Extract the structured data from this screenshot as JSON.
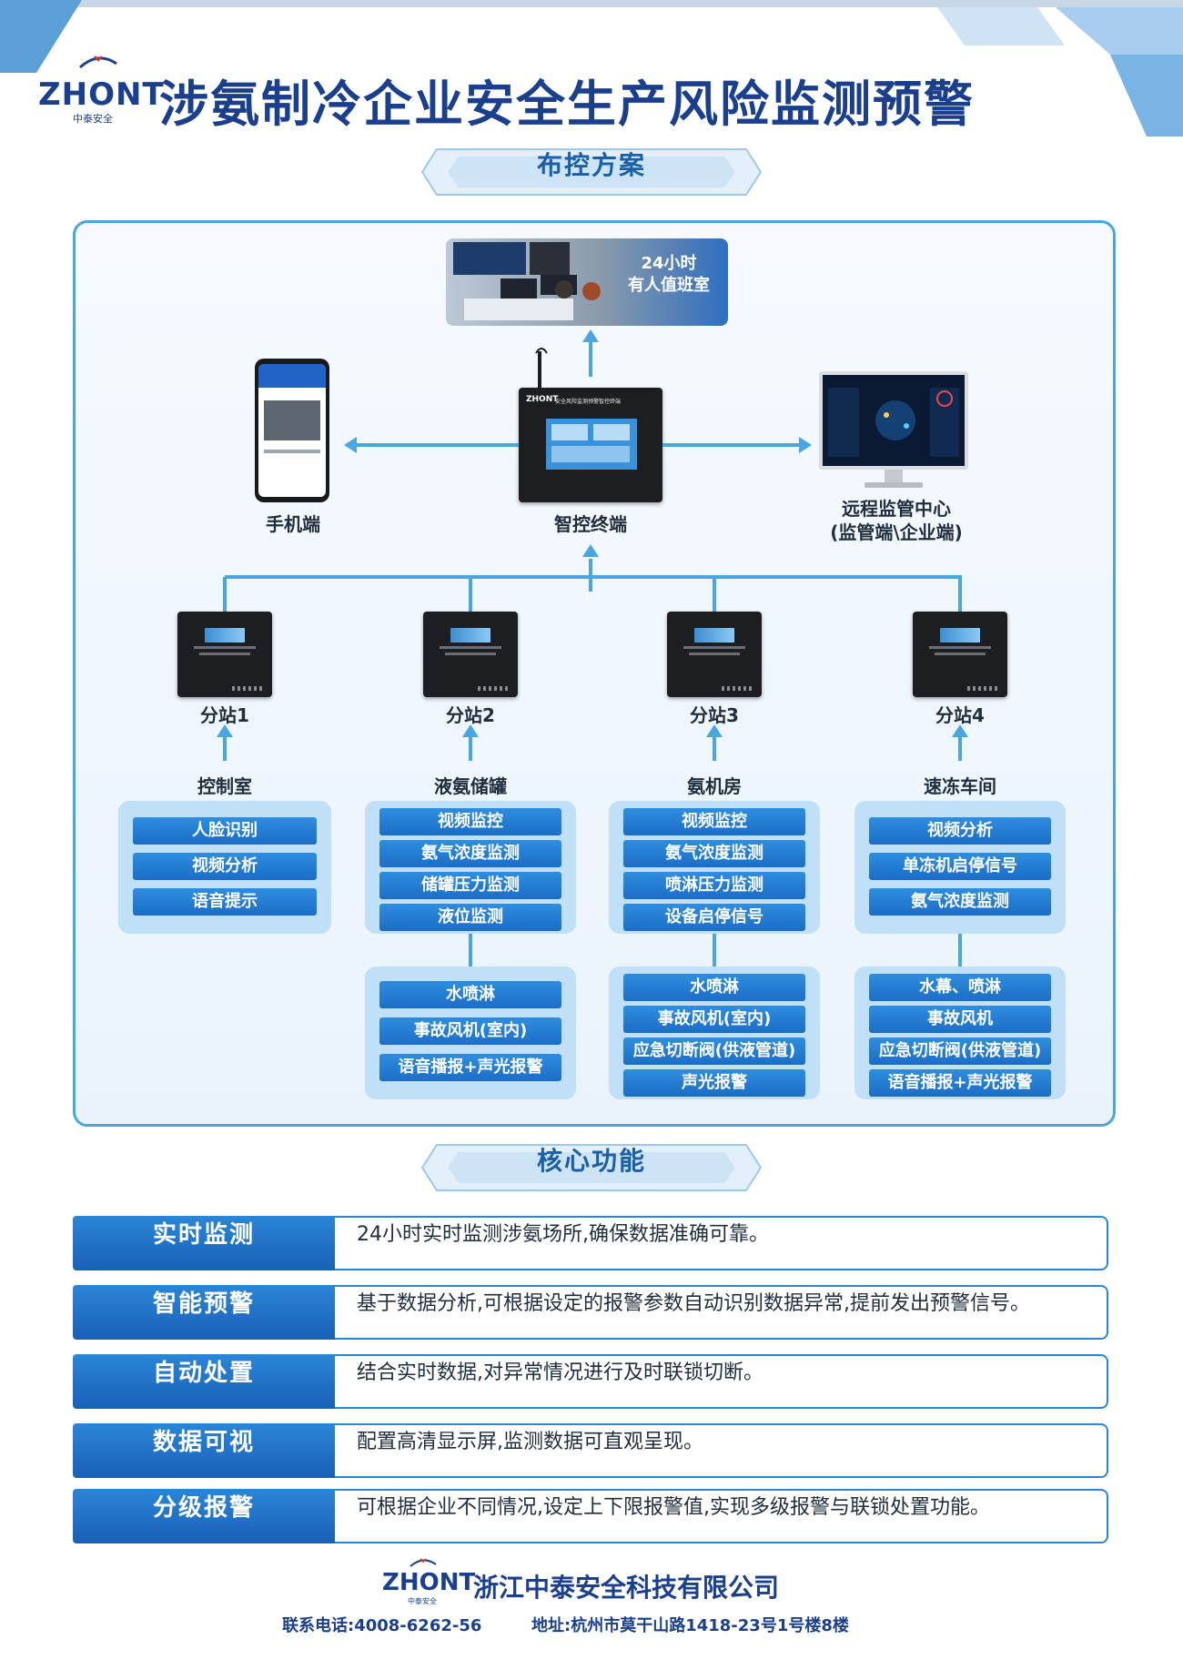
{
  "header": {
    "logo_text": "ZHONT",
    "logo_sub": "中泰安全",
    "title": "涉氨制冷企业安全生产风险监测预警"
  },
  "sections": {
    "layout": "布控方案",
    "features": "核心功能"
  },
  "diagram": {
    "duty_room": {
      "line1": "24小时",
      "line2": "有人值班室"
    },
    "terminal": {
      "label": "智控终端",
      "screen_title": "安全风险监测预警智控终端"
    },
    "phone": {
      "label": "手机端"
    },
    "remote": {
      "line1": "远程监管中心",
      "line2": "(监管端\\企业端)"
    },
    "stations": [
      {
        "label": "分站1",
        "location": "控制室",
        "top_items": [
          "人脸识别",
          "视频分析",
          "语音提示"
        ],
        "bottom_items": []
      },
      {
        "label": "分站2",
        "location": "液氨储罐",
        "top_items": [
          "视频监控",
          "氨气浓度监测",
          "储罐压力监测",
          "液位监测"
        ],
        "bottom_items": [
          "水喷淋",
          "事故风机(室内)",
          "语音播报+声光报警"
        ]
      },
      {
        "label": "分站3",
        "location": "氨机房",
        "top_items": [
          "视频监控",
          "氨气浓度监测",
          "喷淋压力监测",
          "设备启停信号"
        ],
        "bottom_items": [
          "水喷淋",
          "事故风机(室内)",
          "应急切断阀(供液管道)",
          "声光报警"
        ]
      },
      {
        "label": "分站4",
        "location": "速冻车间",
        "top_items": [
          "视频分析",
          "单冻机启停信号",
          "氨气浓度监测"
        ],
        "bottom_items": [
          "水幕、喷淋",
          "事故风机",
          "应急切断阀(供液管道)",
          "语音播报+声光报警"
        ]
      }
    ]
  },
  "features": [
    {
      "label": "实时监测",
      "text": "24小时实时监测涉氨场所,确保数据准确可靠。"
    },
    {
      "label": "智能预警",
      "text": "基于数据分析,可根据设定的报警参数自动识别数据异常,提前发出预警信号。"
    },
    {
      "label": "自动处置",
      "text": "结合实时数据,对异常情况进行及时联锁切断。"
    },
    {
      "label": "数据可视",
      "text": "配置高清显示屏,监测数据可直观呈现。"
    },
    {
      "label": "分级报警",
      "text": "可根据企业不同情况,设定上下限报警值,实现多级报警与联锁处置功能。"
    }
  ],
  "footer": {
    "logo_text": "ZHONT",
    "logo_sub": "中泰安全",
    "company": "浙江中泰安全科技有限公司",
    "phone": "联系电话:4008-6262-56",
    "address": "地址:杭州市莫干山路1418-23号1号楼8楼"
  },
  "colors": {
    "brand": "#1b3f8f",
    "accent": "#2a86d8",
    "line": "#4aa6e0",
    "group_bg": "#bfe0f6"
  }
}
